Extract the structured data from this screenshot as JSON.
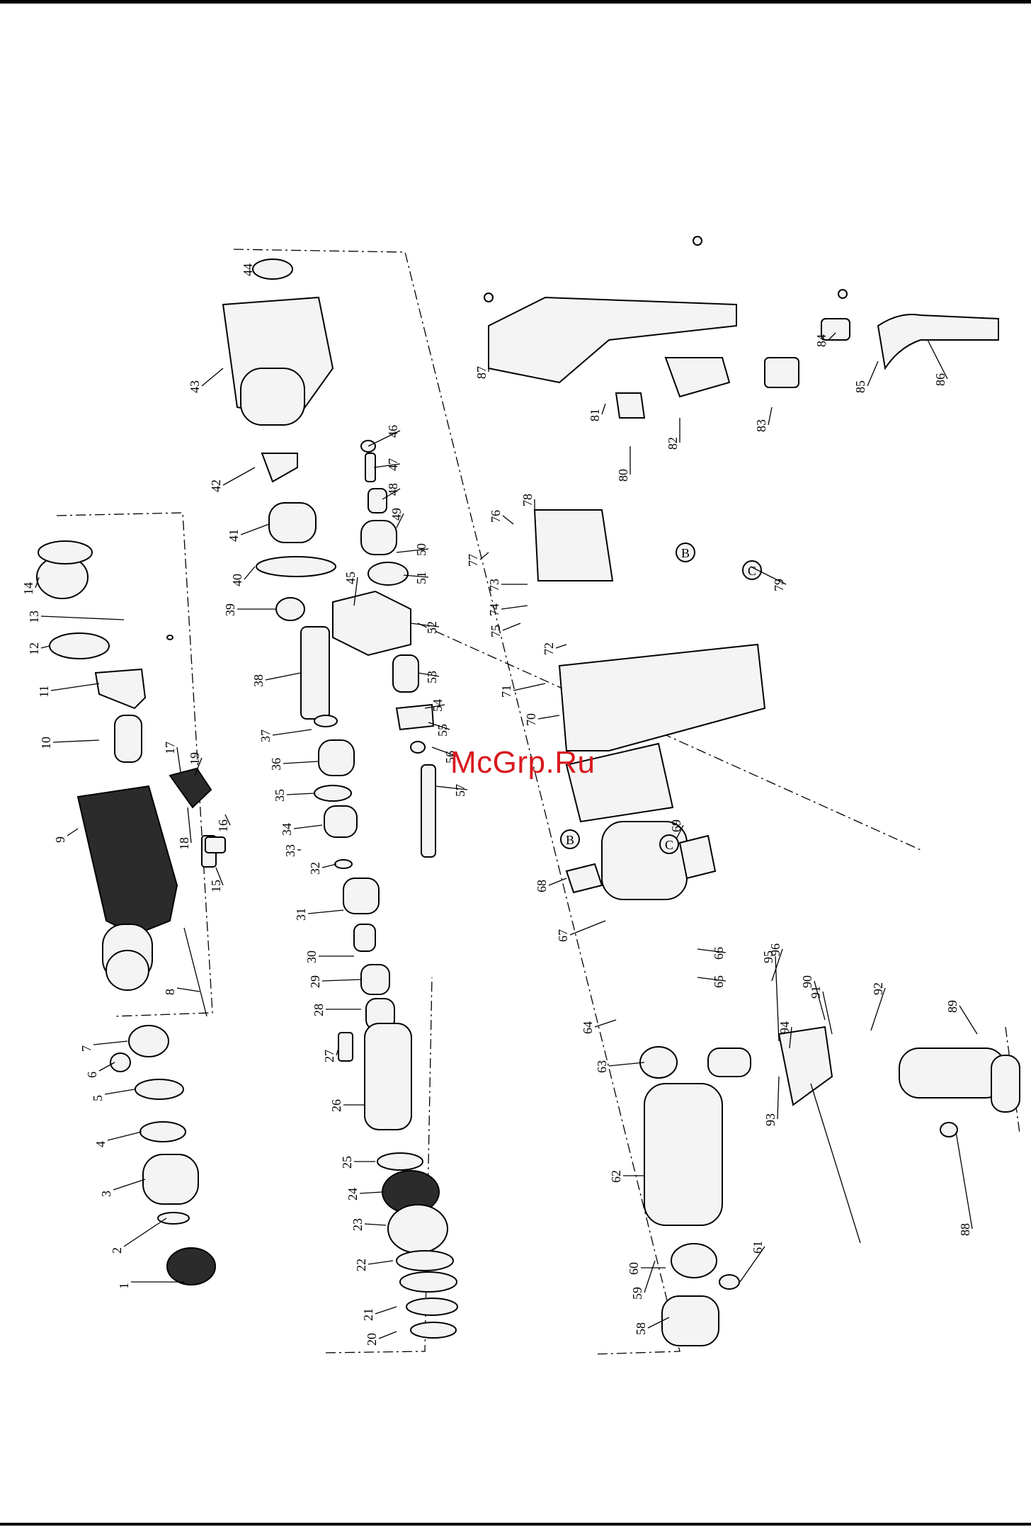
{
  "watermark": "McGrp.Ru",
  "callouts": [
    "1",
    "2",
    "3",
    "4",
    "5",
    "6",
    "7",
    "8",
    "9",
    "10",
    "11",
    "12",
    "13",
    "14",
    "15",
    "16",
    "17",
    "18",
    "19",
    "20",
    "21",
    "22",
    "23",
    "24",
    "25",
    "26",
    "27",
    "28",
    "29",
    "30",
    "31",
    "32",
    "33",
    "34",
    "35",
    "36",
    "37",
    "38",
    "39",
    "40",
    "41",
    "42",
    "43",
    "44",
    "45",
    "46",
    "47",
    "48",
    "49",
    "50",
    "51",
    "52",
    "53",
    "54",
    "55",
    "56",
    "57",
    "58",
    "59",
    "60",
    "61",
    "62",
    "63",
    "64",
    "65",
    "66",
    "67",
    "68",
    "69",
    "70",
    "71",
    "72",
    "73",
    "74",
    "75",
    "76",
    "77",
    "78",
    "79",
    "80",
    "81",
    "82",
    "83",
    "84",
    "85",
    "86",
    "87",
    "88",
    "89",
    "90",
    "91",
    "92",
    "93",
    "94",
    "95",
    "96"
  ],
  "wire_markers": [
    "B",
    "C"
  ],
  "colors": {
    "line": "#000000",
    "watermark": "#d8191f",
    "part_fill": "#f4f4f4"
  }
}
